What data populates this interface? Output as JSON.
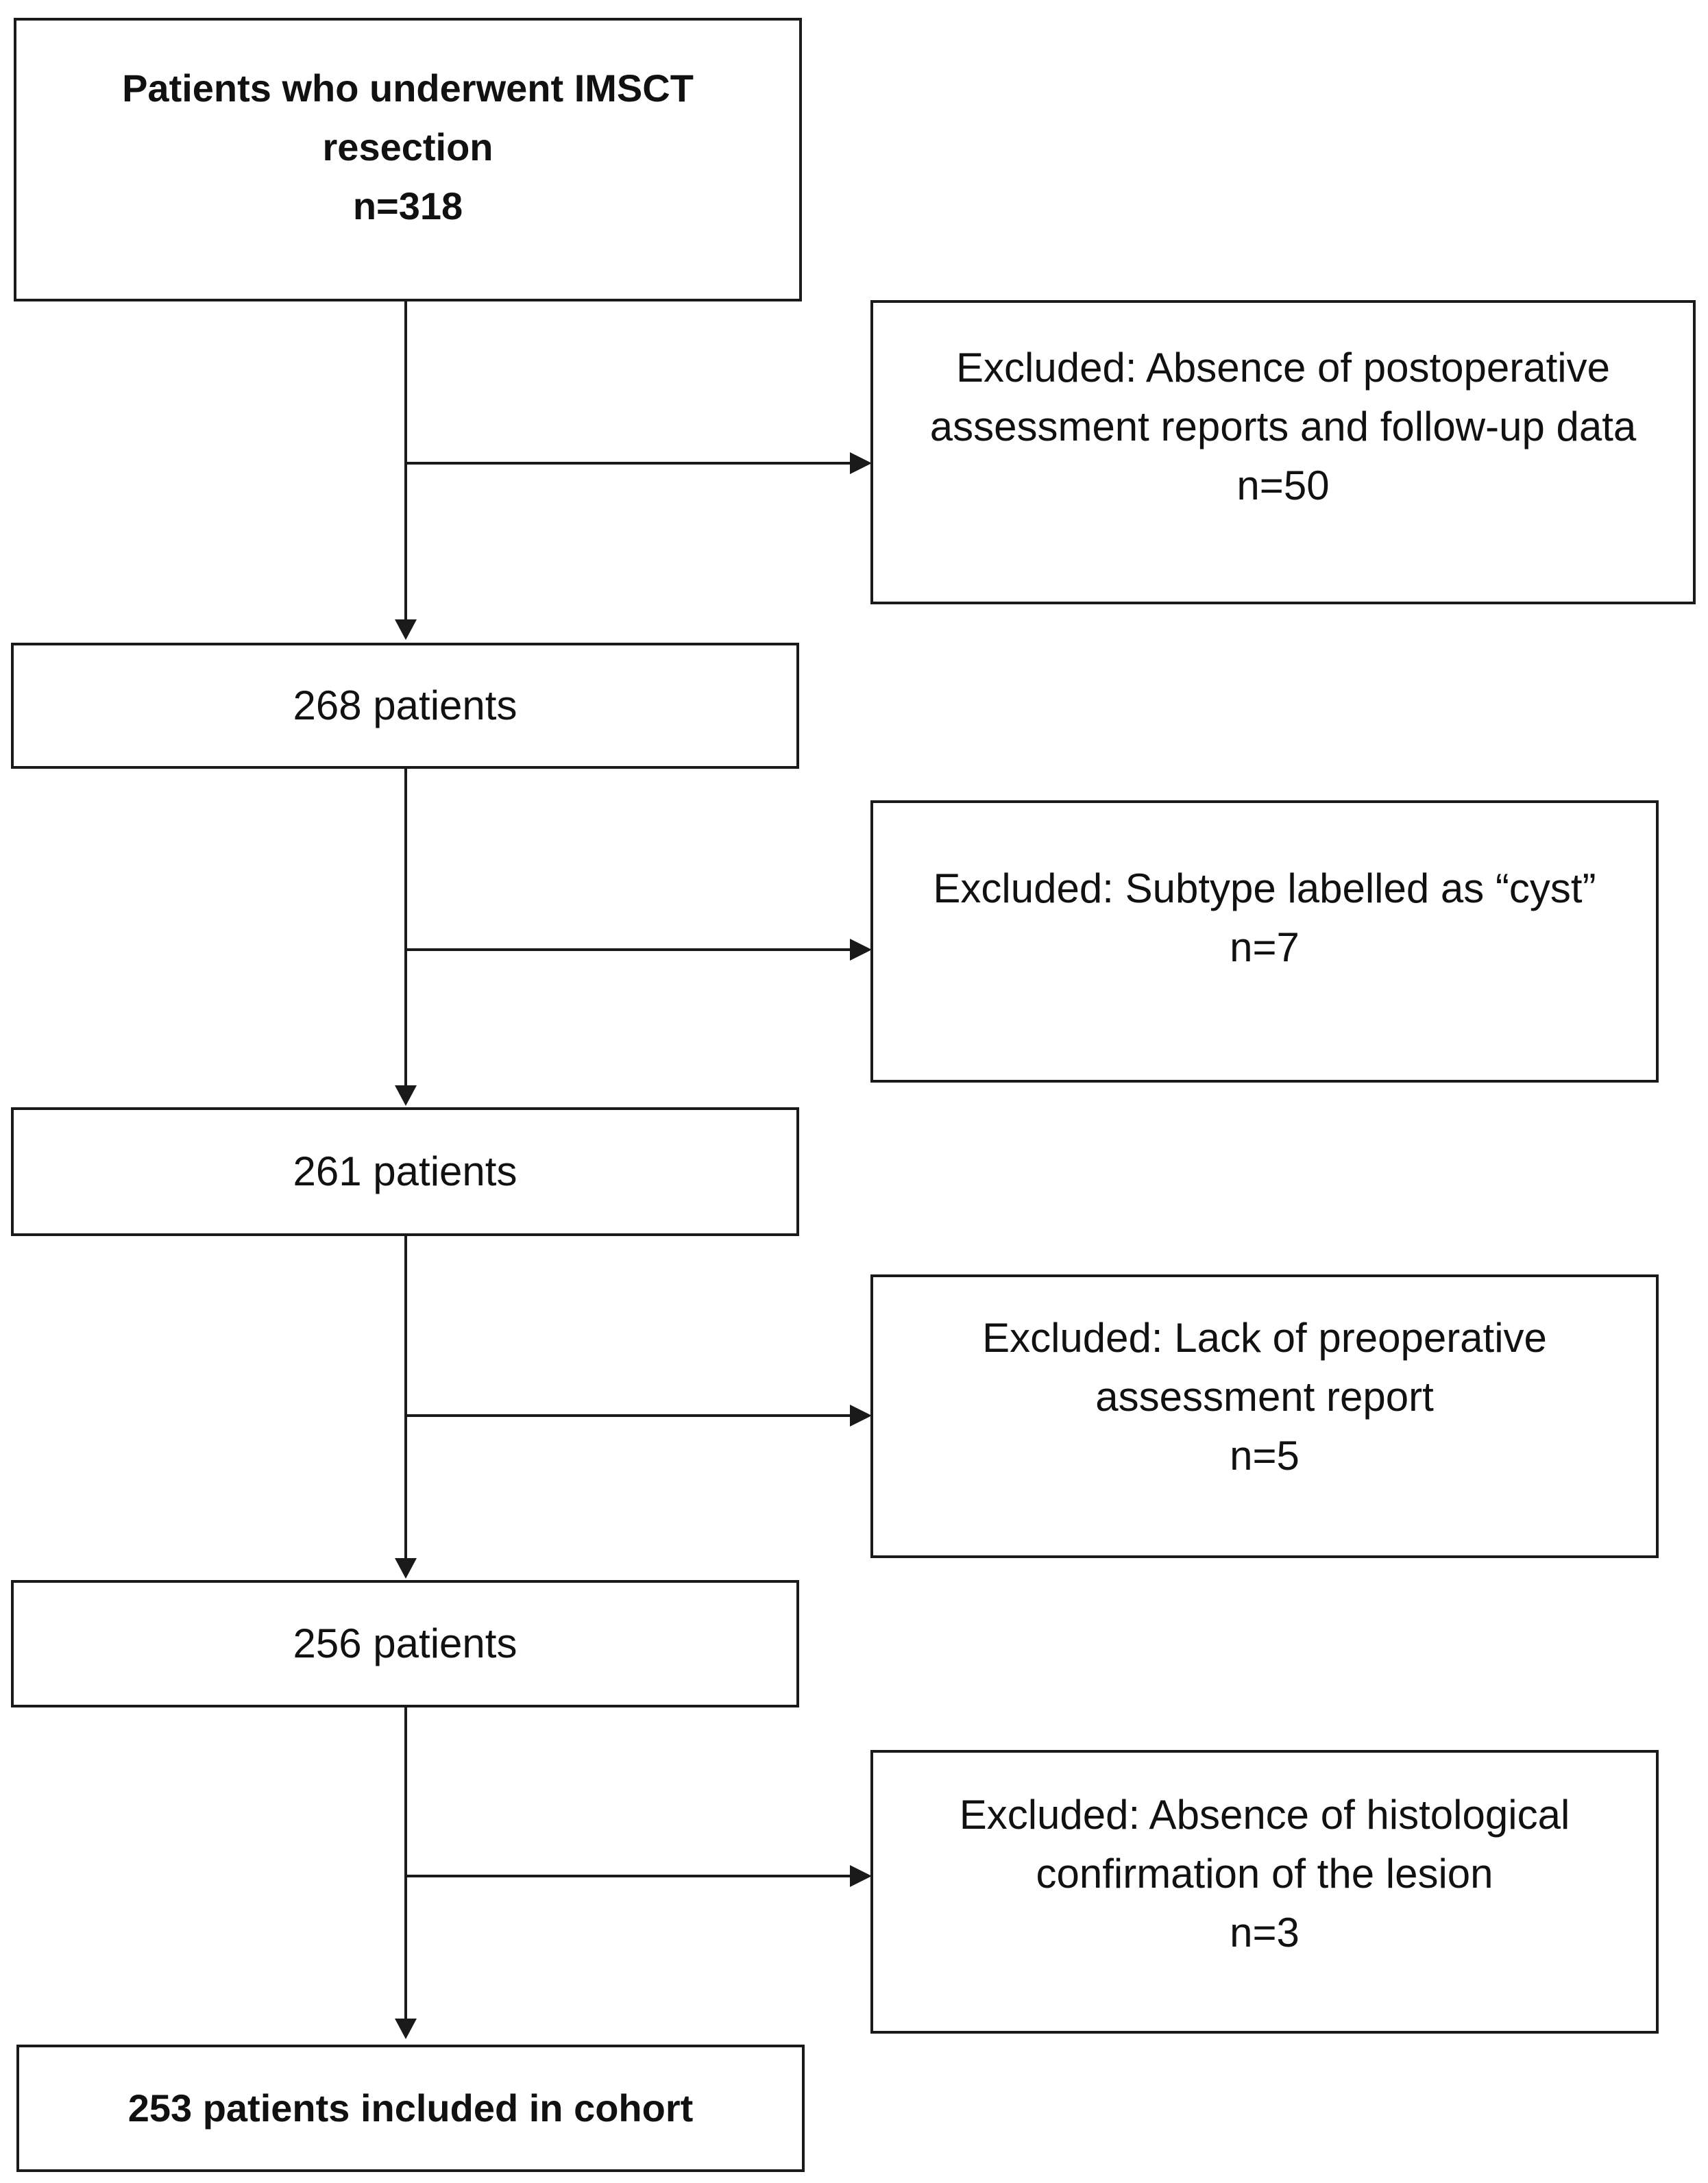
{
  "flow": {
    "start": {
      "lines": [
        "Patients who underwent IMSCT",
        "resection",
        "n=318"
      ]
    },
    "steps": [
      {
        "exclusion": [
          "Excluded: Absence of postoperative",
          "assessment reports and follow-up data",
          "n=50"
        ],
        "remaining": "268 patients"
      },
      {
        "exclusion": [
          "Excluded: Subtype labelled as “cyst”",
          "n=7"
        ],
        "remaining": "261 patients"
      },
      {
        "exclusion": [
          "Excluded: Lack of preoperative",
          "assessment report",
          "n=5"
        ],
        "remaining": "256 patients"
      },
      {
        "exclusion": [
          "Excluded: Absence of histological",
          "confirmation of the lesion",
          "n=3"
        ],
        "remaining": null
      }
    ],
    "final": {
      "label": "253 patients included in cohort"
    }
  }
}
